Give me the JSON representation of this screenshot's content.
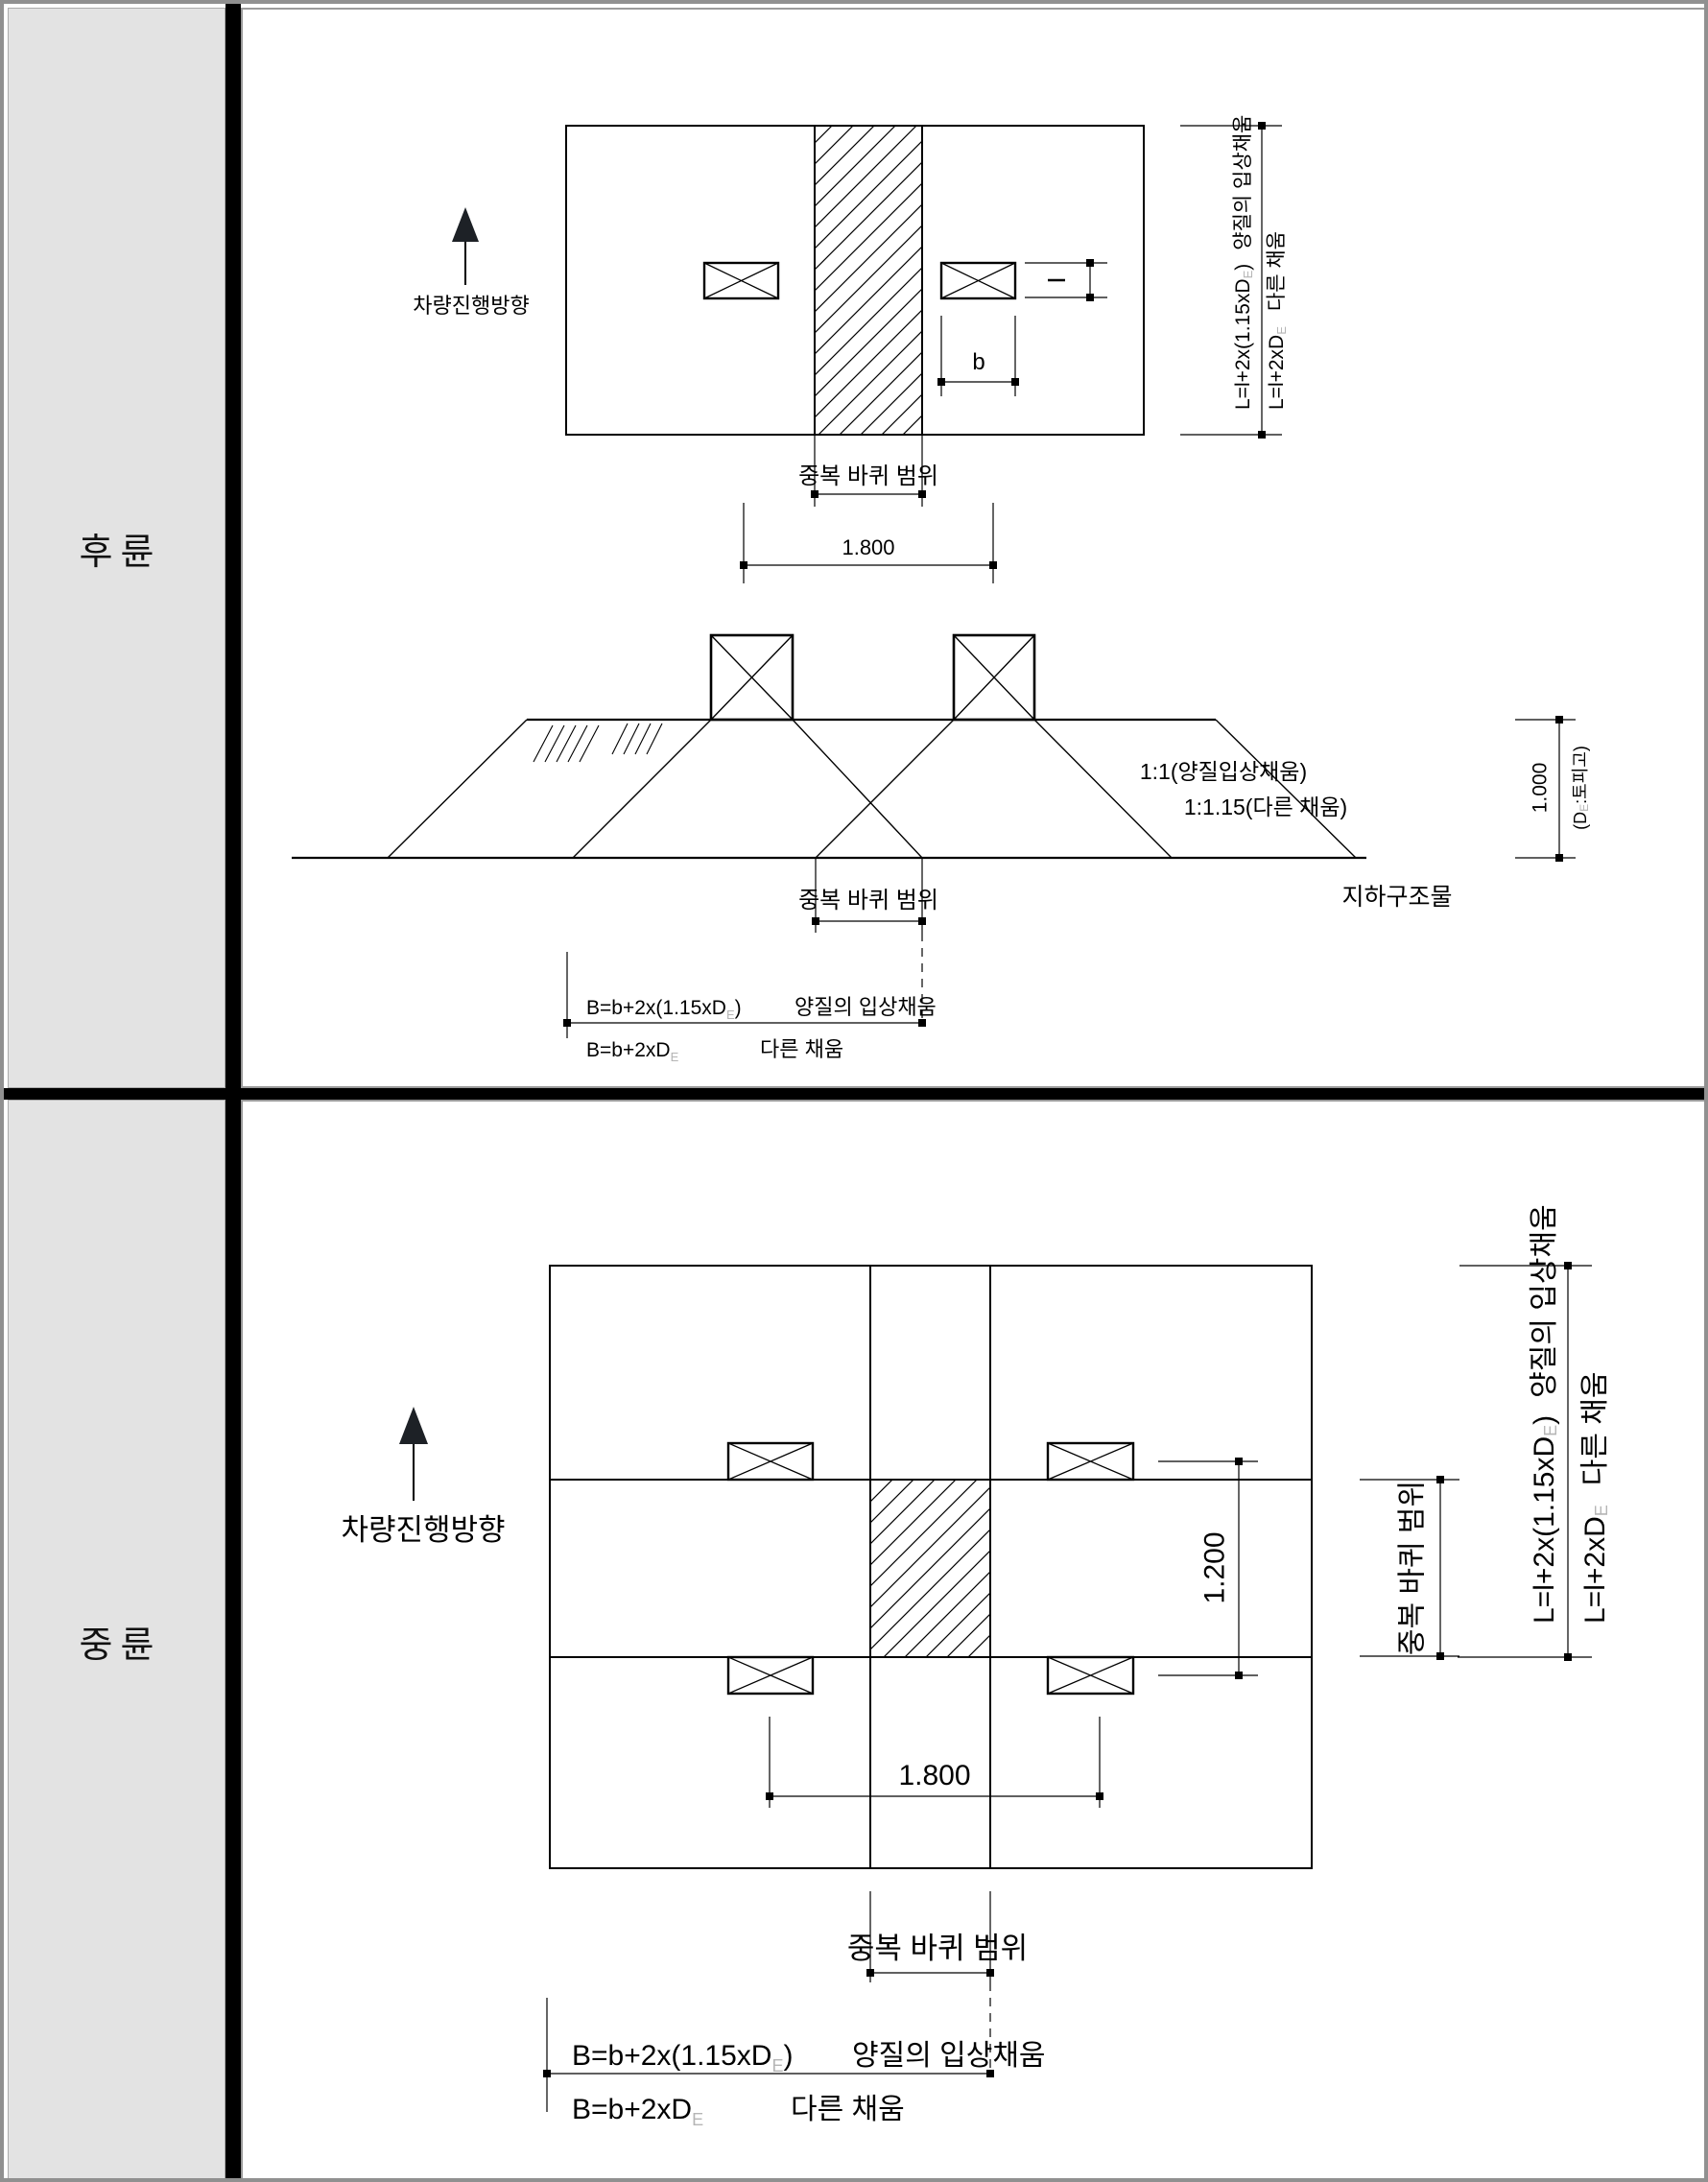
{
  "sidebar": {
    "rear_label": "후륜",
    "middle_label": "중륜"
  },
  "shared": {
    "direction_label": "차량진행방향",
    "overlap_label": "중복 바퀴 범위",
    "dim_1800": "1.800",
    "dim_1200": "1.200",
    "dim_b": "b",
    "subscript": "E",
    "b_formula1_pre": "B=b+2x(1.15xD",
    "b_formula1_post": ")",
    "b_formula2_pre": "B=b+2xD",
    "granular_fill_label": "양질의 입상채움",
    "other_fill_label": "다른 채움",
    "l_formula1_pre": "L=l+2x(1.15xD",
    "l_formula1_post": ")",
    "l_formula2_pre": "L=l+2xD"
  },
  "section": {
    "slope_granular": "1:1(양질입상채움)",
    "slope_other": "1:1.15(다른 채움)",
    "underground_label": "지하구조물",
    "cover_depth": "1.000",
    "cover_note_pre": "(D",
    "cover_note_post": ":토피고)"
  },
  "colors": {
    "line": "#000000",
    "subscript_gray": "#b5b5b5",
    "sidebar_bg": "#e3e3e3",
    "frame_border": "#909090"
  }
}
